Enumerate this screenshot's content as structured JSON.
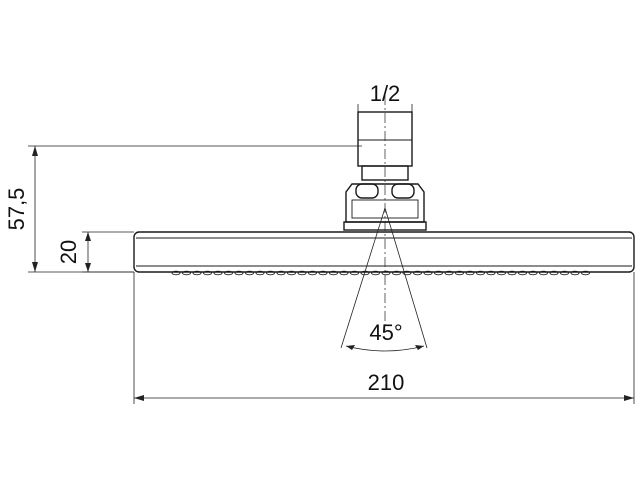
{
  "drawing": {
    "labels": {
      "thread": "1/2",
      "total_height": "57,5",
      "head_thickness": "20",
      "spray_angle": "45°",
      "width": "210"
    }
  }
}
